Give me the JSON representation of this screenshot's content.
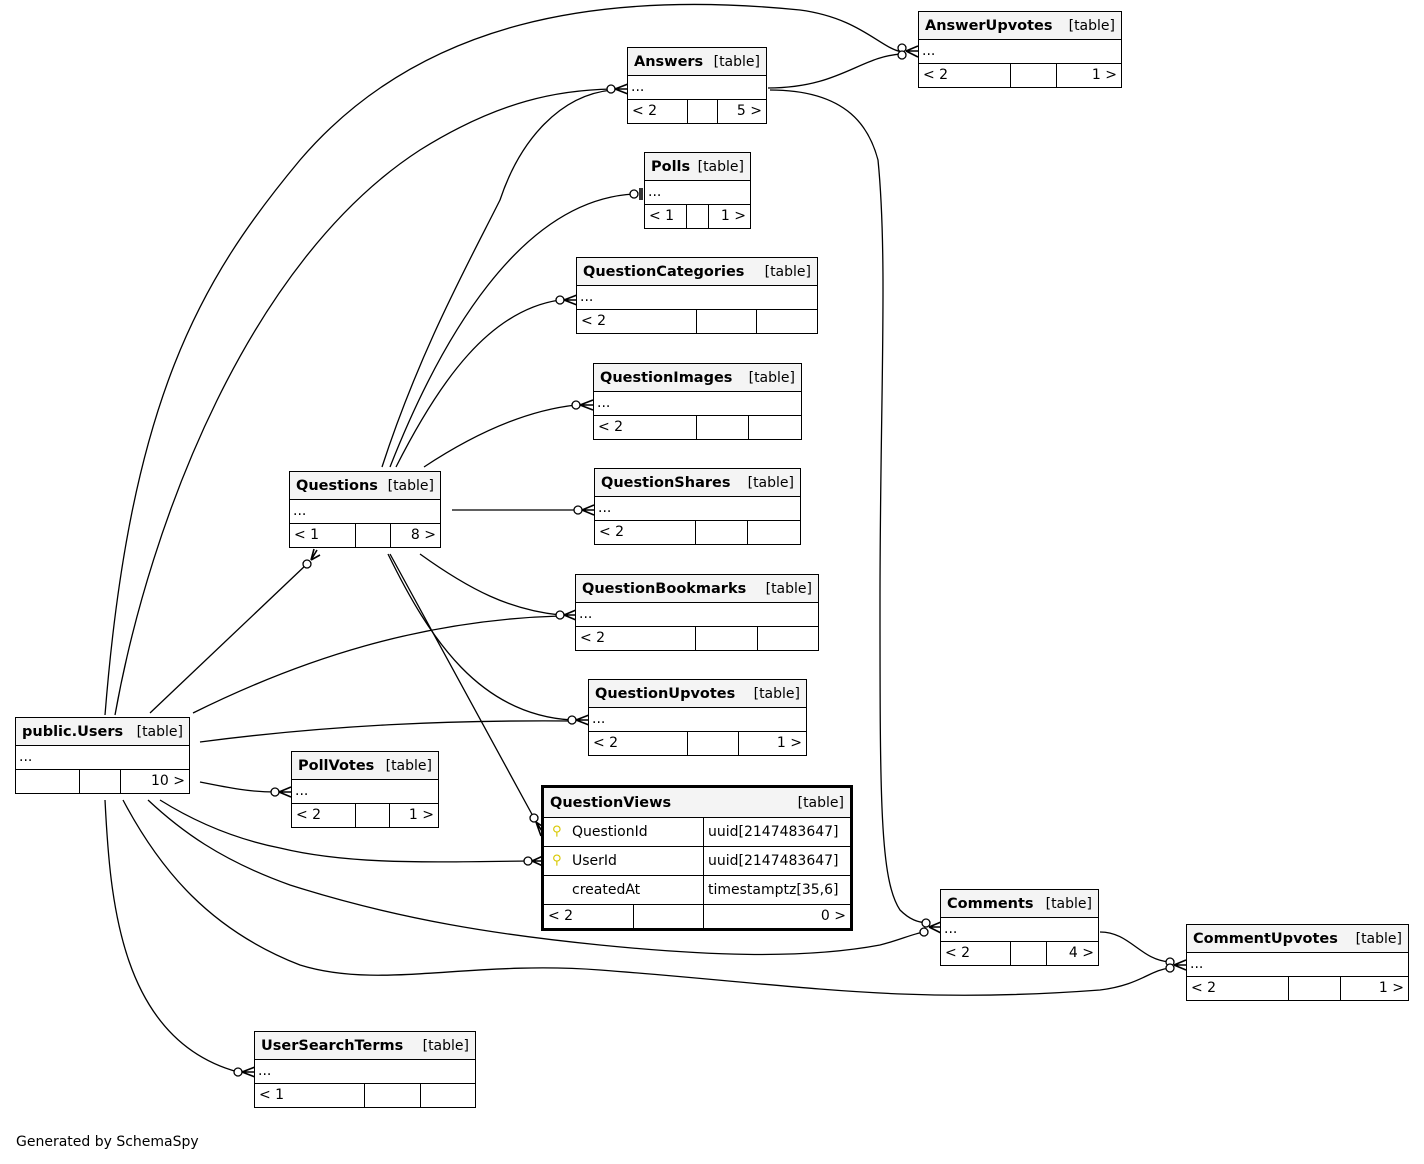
{
  "diagram": {
    "footer": "Generated by SchemaSpy",
    "type_label": "[table]",
    "ellipsis": "...",
    "tables": {
      "AnswerUpvotes": {
        "name": "AnswerUpvotes",
        "parents": "< 2",
        "children": "1 >"
      },
      "Answers": {
        "name": "Answers",
        "parents": "< 2",
        "children": "5 >"
      },
      "Polls": {
        "name": "Polls",
        "parents": "< 1",
        "children": "1 >"
      },
      "QuestionCategories": {
        "name": "QuestionCategories",
        "parents": "< 2",
        "children": ""
      },
      "QuestionImages": {
        "name": "QuestionImages",
        "parents": "< 2",
        "children": ""
      },
      "Questions": {
        "name": "Questions",
        "parents": "< 1",
        "children": "8 >"
      },
      "QuestionShares": {
        "name": "QuestionShares",
        "parents": "< 2",
        "children": ""
      },
      "QuestionBookmarks": {
        "name": "QuestionBookmarks",
        "parents": "< 2",
        "children": ""
      },
      "QuestionUpvotes": {
        "name": "QuestionUpvotes",
        "parents": "< 2",
        "children": "1 >"
      },
      "Users": {
        "name": "public.Users",
        "parents": "",
        "children": "10 >"
      },
      "PollVotes": {
        "name": "PollVotes",
        "parents": "< 2",
        "children": "1 >"
      },
      "QuestionViews": {
        "name": "QuestionViews",
        "parents": "< 2",
        "children": "0 >",
        "columns": [
          {
            "name": "QuestionId",
            "type": "uuid[2147483647]",
            "key": true
          },
          {
            "name": "UserId",
            "type": "uuid[2147483647]",
            "key": true
          },
          {
            "name": "createdAt",
            "type": "timestamptz[35,6]",
            "key": false
          }
        ]
      },
      "Comments": {
        "name": "Comments",
        "parents": "< 2",
        "children": "4 >"
      },
      "CommentUpvotes": {
        "name": "CommentUpvotes",
        "parents": "< 2",
        "children": "1 >"
      },
      "UserSearchTerms": {
        "name": "UserSearchTerms",
        "parents": "< 1",
        "children": ""
      }
    },
    "relationships": [
      {
        "from": "Users",
        "to": "AnswerUpvotes",
        "cardinality": "zero-or-many"
      },
      {
        "from": "Answers",
        "to": "AnswerUpvotes",
        "cardinality": "zero-or-many"
      },
      {
        "from": "Users",
        "to": "Answers",
        "cardinality": "zero-or-many"
      },
      {
        "from": "Questions",
        "to": "Answers",
        "cardinality": "zero-or-many"
      },
      {
        "from": "Questions",
        "to": "Polls",
        "cardinality": "zero-or-one"
      },
      {
        "from": "Questions",
        "to": "QuestionCategories",
        "cardinality": "zero-or-many"
      },
      {
        "from": "Questions",
        "to": "QuestionImages",
        "cardinality": "zero-or-many"
      },
      {
        "from": "Questions",
        "to": "QuestionShares",
        "cardinality": "zero-or-many"
      },
      {
        "from": "Questions",
        "to": "QuestionBookmarks",
        "cardinality": "zero-or-many"
      },
      {
        "from": "Users",
        "to": "QuestionBookmarks",
        "cardinality": "zero-or-many"
      },
      {
        "from": "Questions",
        "to": "QuestionUpvotes",
        "cardinality": "zero-or-many"
      },
      {
        "from": "Users",
        "to": "QuestionUpvotes",
        "cardinality": "zero-or-many"
      },
      {
        "from": "Users",
        "to": "Questions",
        "cardinality": "zero-or-many"
      },
      {
        "from": "Users",
        "to": "PollVotes",
        "cardinality": "zero-or-many"
      },
      {
        "from": "Questions",
        "to": "QuestionViews",
        "cardinality": "zero-or-many"
      },
      {
        "from": "Users",
        "to": "QuestionViews",
        "cardinality": "zero-or-many"
      },
      {
        "from": "Answers",
        "to": "Comments",
        "cardinality": "zero-or-many"
      },
      {
        "from": "Users",
        "to": "Comments",
        "cardinality": "zero-or-many"
      },
      {
        "from": "Comments",
        "to": "CommentUpvotes",
        "cardinality": "zero-or-many"
      },
      {
        "from": "Users",
        "to": "CommentUpvotes",
        "cardinality": "zero-or-many"
      },
      {
        "from": "Users",
        "to": "UserSearchTerms",
        "cardinality": "zero-or-many"
      }
    ]
  }
}
